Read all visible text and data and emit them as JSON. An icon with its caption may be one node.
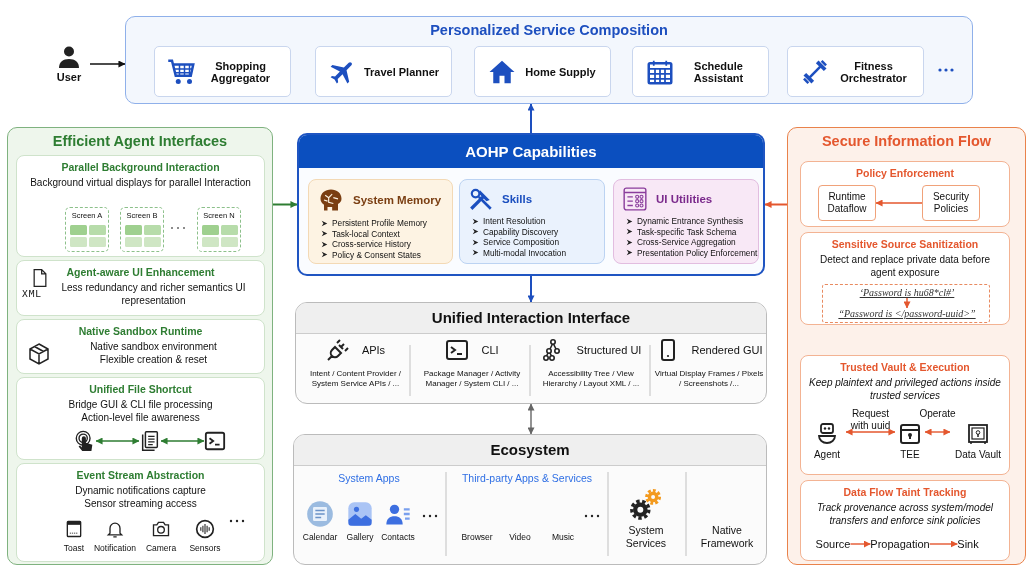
{
  "diagram": {
    "nodes": [
      {
        "text": [
          "User"
        ]
      },
      {
        "text": [
          "Personalized Service Composition"
        ]
      },
      {
        "text": [
          "Shopping Aggregator"
        ],
        "in": 1
      },
      {
        "text": [
          "Travel Planner"
        ],
        "in": 1
      },
      {
        "text": [
          "Home Supply"
        ],
        "in": 1
      },
      {
        "text": [
          "Schedule Assistant"
        ],
        "in": 1
      },
      {
        "text": [
          "Fitness Orchestrator"
        ],
        "in": 1
      },
      {
        "text": [
          "Efficient Agent Interfaces"
        ]
      },
      {
        "text": [
          "Parallel Background Interaction",
          "Background virtual displays for parallel Interaction"
        ],
        "in": 7
      },
      {
        "text": [
          "Screen A"
        ],
        "in": 8
      },
      {
        "text": [
          "Screen B"
        ],
        "in": 8
      },
      {
        "text": [
          "Screen N"
        ],
        "in": 8
      },
      {
        "text": [
          "Agent-aware UI Enhancement",
          "Less redundancy and richer semantics UI representation"
        ],
        "in": 7
      },
      {
        "text": [
          "Native Sandbox Runtime",
          "Native sandbox environment",
          "Flexible creation & reset"
        ],
        "in": 7
      },
      {
        "text": [
          "Unified File Shortcut",
          "Bridge GUI & CLI file processing",
          "Action-level file awareness"
        ],
        "in": 7
      },
      {
        "text": [],
        "shape": "picture",
        "in": 14
      },
      {
        "text": [],
        "shape": "picture",
        "in": 14
      },
      {
        "text": [],
        "shape": "picture",
        "in": 14
      },
      {
        "text": [
          "Event Stream Abstraction",
          "Dynamic notifications capture",
          "Sensor streaming access"
        ],
        "in": 7
      },
      {
        "text": [
          "AOHP Capabilities"
        ]
      },
      {
        "text": [
          "System Memory",
          "Persistent Profile Memory",
          "Task-local Context",
          "Cross-service History",
          "Policy & Consent States"
        ],
        "in": 19
      },
      {
        "text": [
          "Skills",
          "Intent Resolution",
          "Capability Discovery",
          "Service Composition",
          "Multi-modal Invocation"
        ],
        "in": 19
      },
      {
        "text": [
          "UI Utilities",
          "Dynamic Entrance Synthesis",
          "Task-specific Task Schema",
          "Cross-Service Aggregation",
          "Presentation Policy Enforcement"
        ],
        "in": 19
      },
      {
        "text": [
          "Unified Interaction Interface"
        ]
      },
      {
        "text": [
          "APIs",
          "Intent / Content Provider / System Service APIs / ..."
        ],
        "in": 23
      },
      {
        "text": [
          "CLI",
          "Package Manager / Activity Manager / System CLI / ..."
        ],
        "in": 23
      },
      {
        "text": [
          "Structured UI",
          "Accessibility Tree / View Hierarchy / Layout XML / ..."
        ],
        "in": 23
      },
      {
        "text": [
          "Rendered GUI",
          "Virtual Display Frames / Pixels / Screenshots /..."
        ],
        "in": 23
      },
      {
        "text": [
          "Ecosystem"
        ]
      },
      {
        "text": [
          "Secure Information Flow"
        ]
      },
      {
        "text": [
          "Policy Enforcement"
        ],
        "in": 29
      },
      {
        "text": [
          "Runtime Dataflow"
        ],
        "in": 30
      },
      {
        "text": [
          "Security Policies"
        ],
        "in": 30
      },
      {
        "text": [
          "Sensitive Source Sanitization",
          "Detect and replace private data before agent exposure"
        ],
        "in": 29
      },
      {
        "text": [],
        "shape": "box",
        "in": 33
      },
      {
        "text": [
          "‘Password is hu68*cl#’"
        ],
        "in": 34
      },
      {
        "text": [
          "“Password is </password-uuid>”"
        ],
        "in": 34
      },
      {
        "text": [
          "Trusted Vault & Execution",
          "Keep plaintext and privileged actions inside trusted services"
        ],
        "in": 29
      },
      {
        "text": [
          "Agent"
        ],
        "in": 37
      },
      {
        "text": [
          "TEE"
        ],
        "in": 37
      },
      {
        "text": [
          "Data Vault"
        ],
        "in": 37
      },
      {
        "text": [
          "Data Flow Taint Tracking",
          "Track provenance across system/model transfers and enforce sink policies"
        ],
        "in": 29
      },
      {
        "text": [
          "Source"
        ],
        "in": 41
      },
      {
        "text": [
          "Propagation"
        ],
        "in": 41
      },
      {
        "text": [
          "Sink"
        ],
        "in": 41
      }
    ],
    "edges": [
      {
        "from": 0,
        "to": 1,
        "arrow": "to",
        "color": "#111111"
      },
      {
        "from": 19,
        "to": 1,
        "arrow": "to",
        "color": "#1d4fbf"
      },
      {
        "from": 7,
        "to": 19,
        "arrow": "to",
        "color": "#2e7d32"
      },
      {
        "from": 29,
        "to": 19,
        "arrow": "to"
      },
      {
        "from": 19,
        "to": 23,
        "arrow": "to",
        "color": "#1d4fbf"
      },
      {
        "from": 23,
        "to": 28,
        "arrow": "both",
        "color": "#666666"
      },
      {
        "from": 15,
        "to": 16,
        "arrow": "both",
        "color": "#2e7d32"
      },
      {
        "from": 16,
        "to": 17,
        "arrow": "both",
        "color": "#2e7d32"
      },
      {
        "from": 32,
        "to": 31,
        "arrow": "to"
      },
      {
        "from": 35,
        "to": 36,
        "arrow": "to"
      },
      {
        "from": 38,
        "to": 39,
        "arrow": "both",
        "label": "Request with uuid"
      },
      {
        "from": 39,
        "to": 40,
        "arrow": "both",
        "label": "Operate"
      },
      {
        "from": 42,
        "to": 43,
        "arrow": "to"
      },
      {
        "from": 43,
        "to": 44,
        "arrow": "to"
      }
    ],
    "labels": [
      "XML",
      "Toast",
      "Notification",
      "Camera",
      "Sensors",
      "System Apps",
      "Third-party Apps & Services",
      "Calendar",
      "Gallery",
      "Contacts",
      "Browser",
      "Video",
      "Music",
      "System Services",
      "Native Framework"
    ]
  }
}
